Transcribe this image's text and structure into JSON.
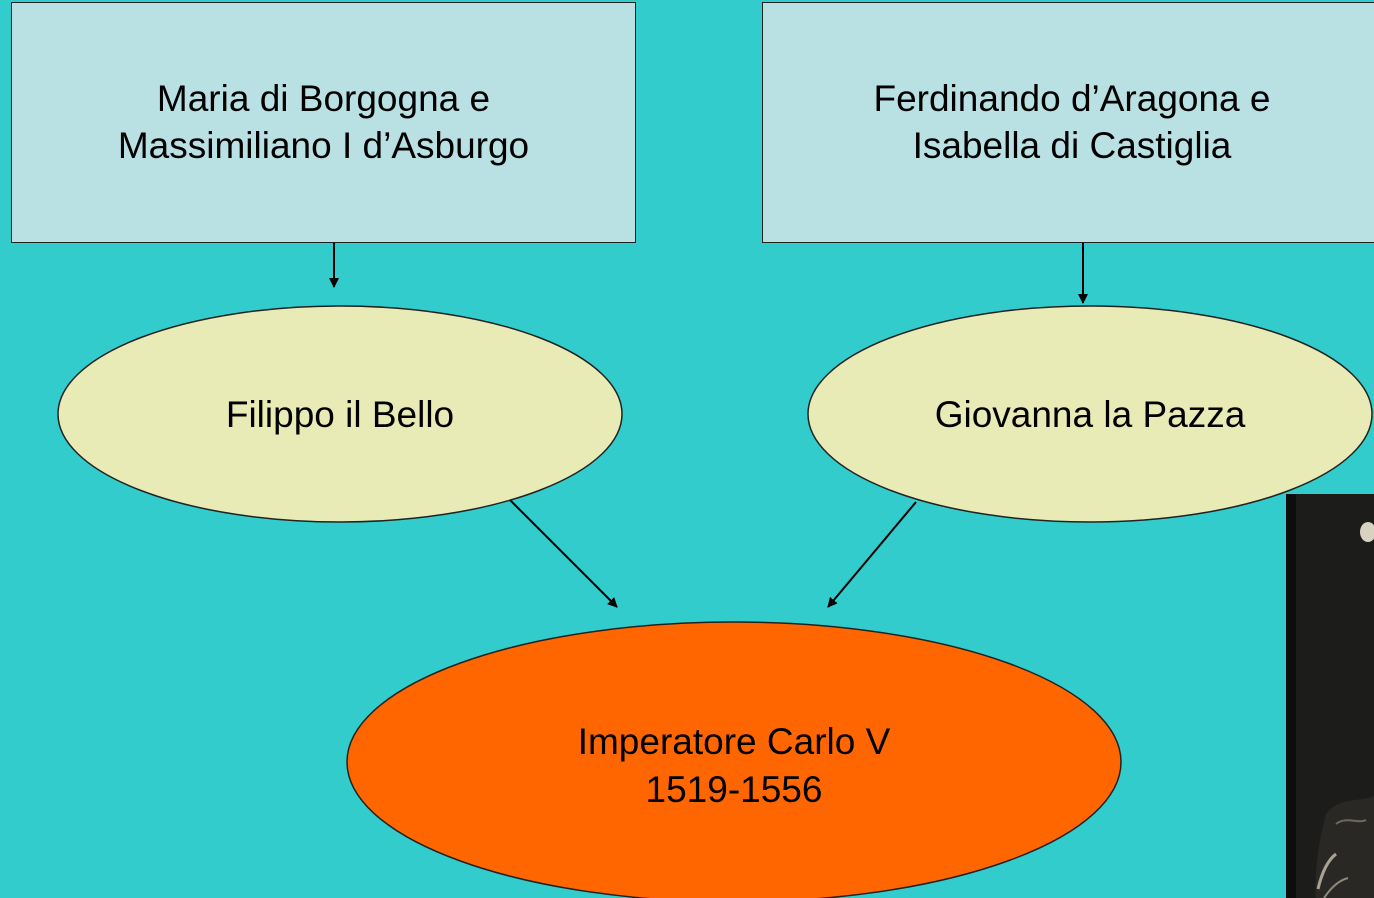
{
  "nodes": {
    "maria_massimiliano": {
      "label": "Maria di Borgogna e\nMassimiliano I d’Asburgo"
    },
    "ferdinando_isabella": {
      "label": "Ferdinando d’Aragona e\nIsabella di Castiglia"
    },
    "filippo": {
      "label": "Filippo il Bello"
    },
    "giovanna": {
      "label": "Giovanna la Pazza"
    },
    "carlo": {
      "label": "Imperatore Carlo V\n1519-1556"
    }
  },
  "colors": {
    "background": "#33cccc",
    "parent_box_fill": "#b9e1e3",
    "child_ellipse_fill": "#e8ebb5",
    "emperor_ellipse_fill": "#ff6600",
    "stroke": "#222222"
  },
  "image": {
    "description_icon": "portrait-painting"
  }
}
